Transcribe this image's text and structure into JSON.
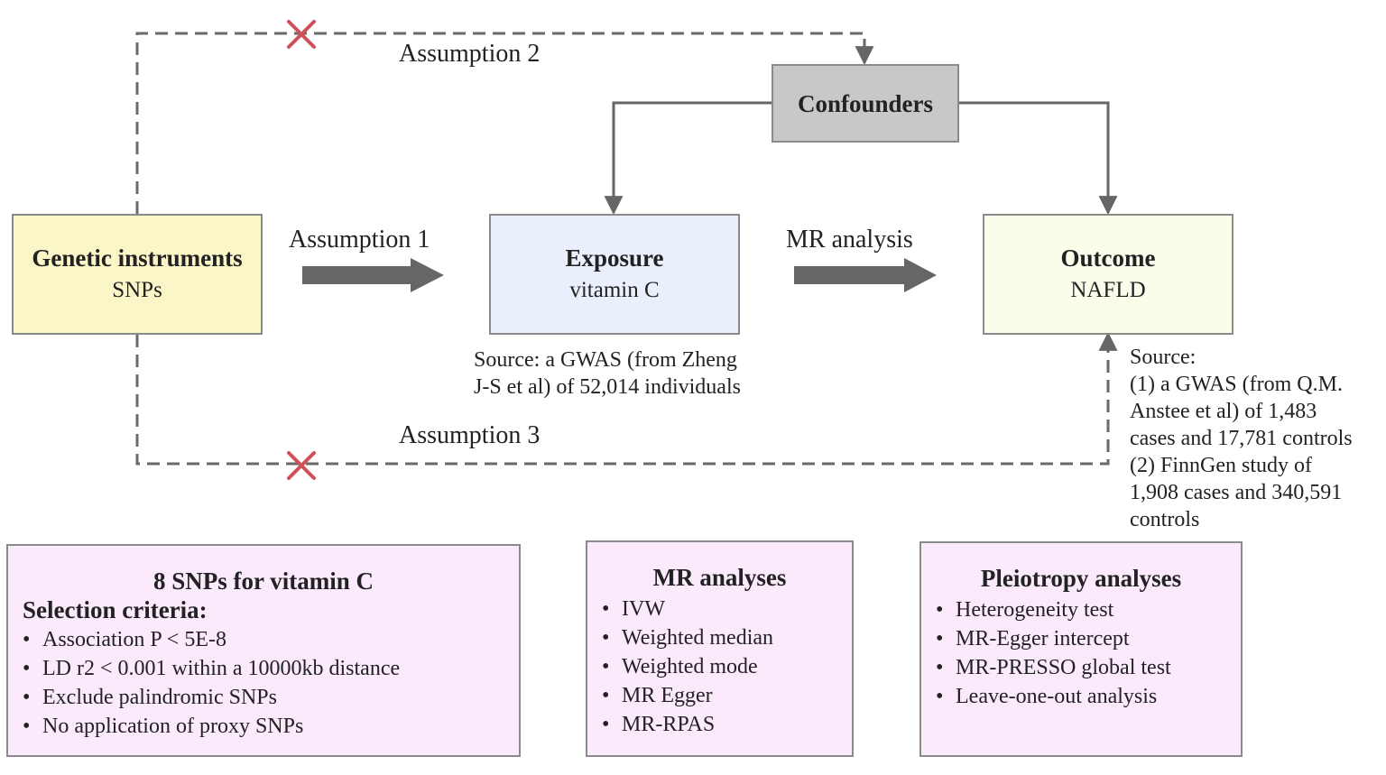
{
  "colors": {
    "genetic_fill": "#fbf6c8",
    "exposure_fill": "#e9f0fc",
    "outcome_fill": "#fbfdea",
    "confounders_fill": "#c8c8c8",
    "panel_fill": "#fbeafb",
    "arrow": "#666666",
    "cross": "#d0505a"
  },
  "nodes": {
    "genetic": {
      "title": "Genetic instruments",
      "subtitle": "SNPs"
    },
    "exposure": {
      "title": "Exposure",
      "subtitle": "vitamin C"
    },
    "outcome": {
      "title": "Outcome",
      "subtitle": "NAFLD"
    },
    "confounders": {
      "title": "Confounders"
    }
  },
  "labels": {
    "assumption1": "Assumption 1",
    "assumption2": "Assumption 2",
    "assumption3": "Assumption 3",
    "mr_analysis": "MR analysis"
  },
  "exposure_source": {
    "line1": "Source: a GWAS (from Zheng",
    "line2": "J-S et al) of 52,014 individuals"
  },
  "outcome_source": {
    "line1": "Source:",
    "line2": "(1) a GWAS (from Q.M.",
    "line3": "Anstee et al) of 1,483",
    "line4": "cases and 17,781 controls",
    "line5": "(2) FinnGen study of",
    "line6": "1,908 cases and 340,591",
    "line7": "controls"
  },
  "panels": {
    "snps": {
      "title": "8 SNPs for vitamin C",
      "subtitle": "Selection criteria:",
      "items": [
        "Association P < 5E-8",
        "LD r2 < 0.001 within a 10000kb distance",
        "Exclude palindromic SNPs",
        "No application of proxy SNPs"
      ]
    },
    "mr": {
      "title": "MR analyses",
      "items": [
        "IVW",
        "Weighted median",
        "Weighted mode",
        "MR Egger",
        "MR-RPAS"
      ]
    },
    "pleiotropy": {
      "title": "Pleiotropy analyses",
      "items": [
        "Heterogeneity test",
        "MR-Egger intercept",
        "MR-PRESSO global test",
        "Leave-one-out analysis"
      ]
    }
  }
}
